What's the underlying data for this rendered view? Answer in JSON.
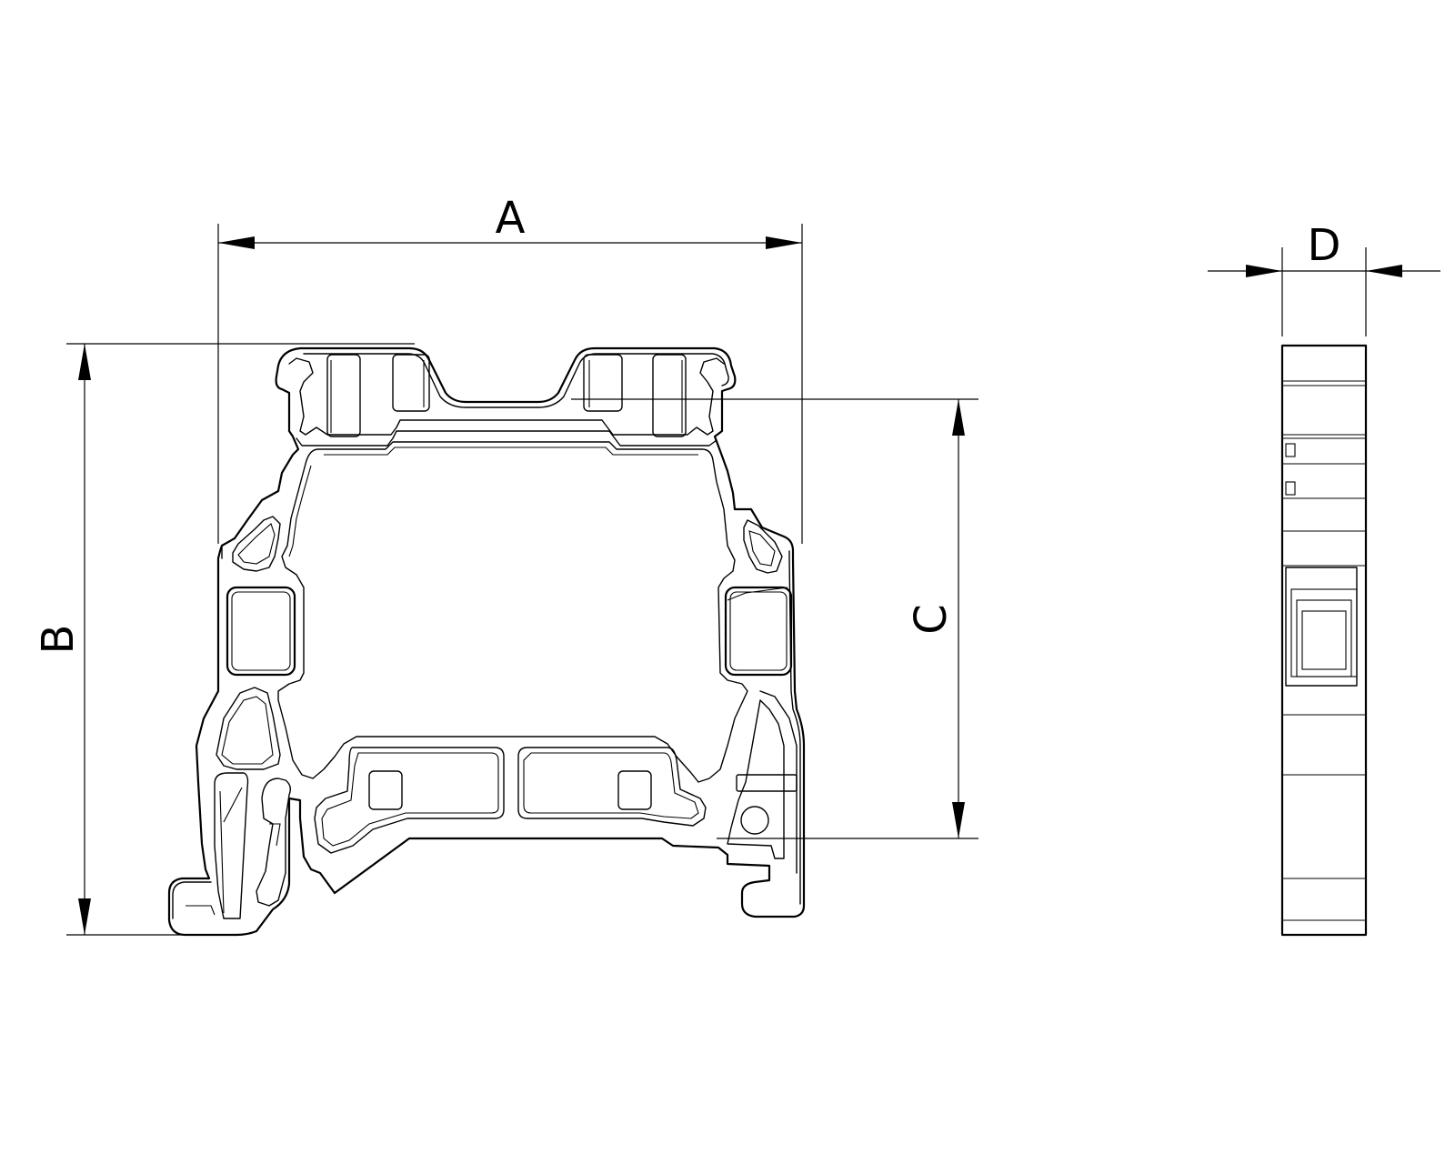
{
  "dimensions": {
    "a": {
      "label": "A"
    },
    "b": {
      "label": "B"
    },
    "c": {
      "label": "C"
    },
    "d": {
      "label": "D"
    }
  },
  "colors": {
    "line": "#000000",
    "background": "#ffffff"
  }
}
